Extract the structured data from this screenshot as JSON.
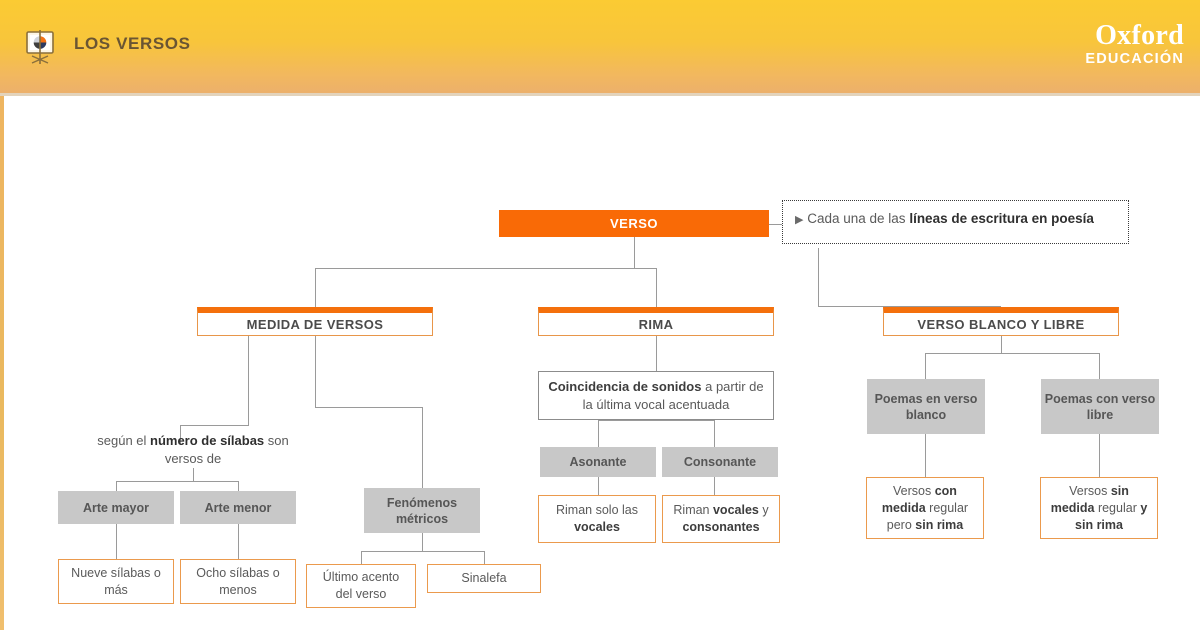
{
  "header": {
    "title": "LOS VERSOS",
    "icon": "presentation-easel-icon",
    "logo_word": "Oxford",
    "logo_sub": "EDUCACIÓN",
    "gradient_top": "#fbcb33",
    "gradient_bottom": "#ecb06b",
    "title_color": "#6a5533"
  },
  "colors": {
    "accent_orange": "#f4700c",
    "root_fill": "#f96a06",
    "leaf_border": "#eb9a4d",
    "gray_fill": "#c8c8c8",
    "connector": "#9a9a9a",
    "text_gray": "#5a5a5a"
  },
  "diagram": {
    "type": "concept-map",
    "root": {
      "label": "VERSO"
    },
    "callout": {
      "bullet": "▶",
      "text_plain_1": "Cada una de las ",
      "text_bold_1": "líneas de escritura en poesía"
    },
    "branches": [
      {
        "id": "medida",
        "label": "MEDIDA DE VERSOS",
        "note_plain_1": "según el ",
        "note_bold_1": "número de sílabas",
        "note_plain_2": " son versos de",
        "children": [
          {
            "label": "Arte mayor",
            "leaves": [
              {
                "text": "Nueve sílabas o más"
              }
            ]
          },
          {
            "label": "Arte menor",
            "leaves": [
              {
                "text": "Ocho sílabas o menos"
              }
            ]
          },
          {
            "label": "Fenómenos métricos",
            "leaves": [
              {
                "text": "Último acento del verso"
              },
              {
                "text": "Sinalefa"
              }
            ]
          }
        ]
      },
      {
        "id": "rima",
        "label": "RIMA",
        "definition_bold": "Coincidencia de sonidos",
        "definition_plain": " a partir de la última vocal acentuada",
        "children": [
          {
            "label": "Asonante",
            "leaf_plain_1": "Riman solo las ",
            "leaf_bold_1": "vocales",
            "leaf_plain_2": "",
            "leaf_bold_2": ""
          },
          {
            "label": "Consonante",
            "leaf_plain_1": "Riman ",
            "leaf_bold_1": "vocales",
            "leaf_plain_2": " y ",
            "leaf_bold_2": "consonantes"
          }
        ]
      },
      {
        "id": "blanco-libre",
        "label": "VERSO BLANCO Y LIBRE",
        "children": [
          {
            "label": "Poemas en verso blanco",
            "leaf_plain_1": "Versos ",
            "leaf_bold_1": "con medida",
            "leaf_plain_2": " regular pero ",
            "leaf_bold_2": "sin rima"
          },
          {
            "label": "Poemas con verso libre",
            "leaf_plain_1": "Versos ",
            "leaf_bold_1": "sin medida",
            "leaf_plain_2": " regular ",
            "leaf_bold_2": "y sin rima"
          }
        ]
      }
    ]
  }
}
